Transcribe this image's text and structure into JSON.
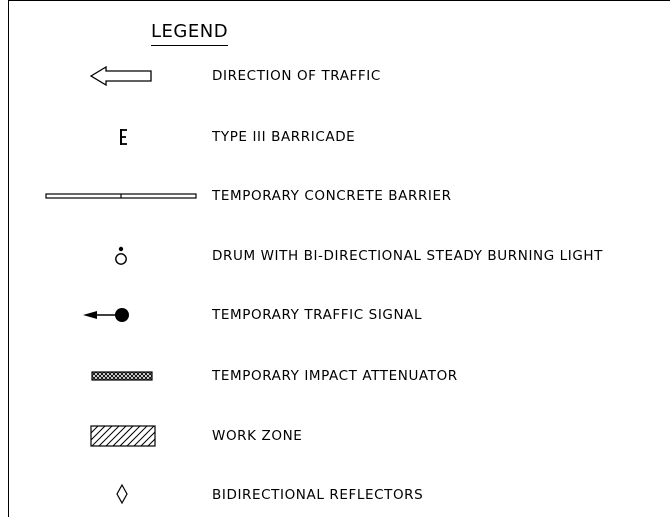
{
  "legend": {
    "title": "LEGEND",
    "items": [
      {
        "symbol": "direction-of-traffic-arrow-icon",
        "label": "DIRECTION OF TRAFFIC"
      },
      {
        "symbol": "type-iii-barricade-icon",
        "label": "TYPE III BARRICADE"
      },
      {
        "symbol": "temporary-concrete-barrier-icon",
        "label": "TEMPORARY CONCRETE BARRIER"
      },
      {
        "symbol": "drum-with-light-icon",
        "label": "DRUM WITH BI-DIRECTIONAL STEADY BURNING LIGHT"
      },
      {
        "symbol": "temporary-traffic-signal-icon",
        "label": "TEMPORARY TRAFFIC SIGNAL"
      },
      {
        "symbol": "temporary-impact-attenuator-icon",
        "label": "TEMPORARY IMPACT ATTENUATOR"
      },
      {
        "symbol": "work-zone-hatch-icon",
        "label": "WORK ZONE"
      },
      {
        "symbol": "bidirectional-reflector-icon",
        "label": "BIDIRECTIONAL REFLECTORS"
      }
    ]
  }
}
